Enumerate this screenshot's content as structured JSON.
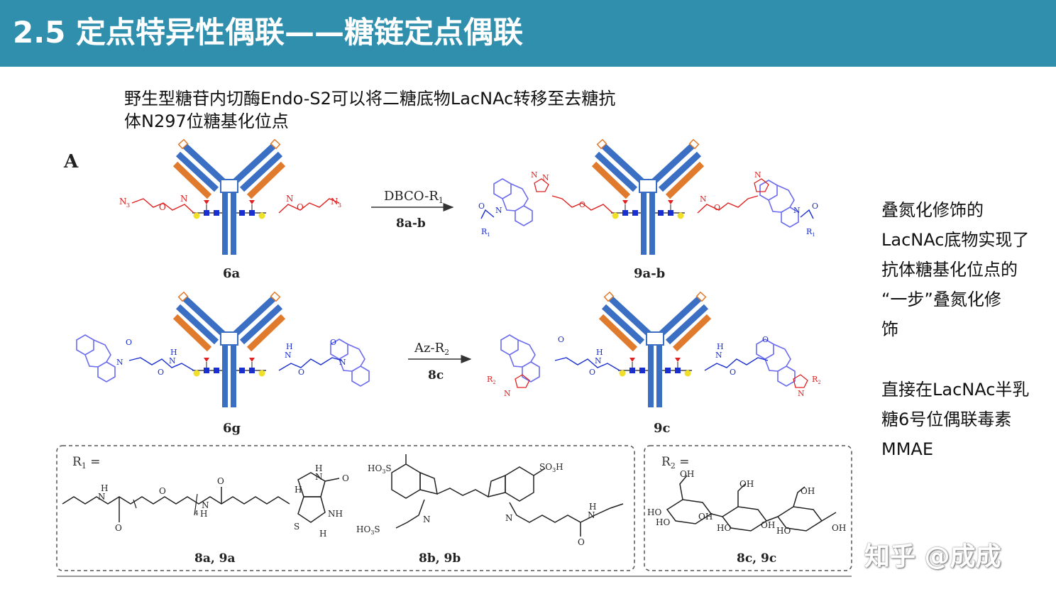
{
  "header": {
    "title": "2.5 定点特异性偶联——糖链定点偶联",
    "color": "#2f8fad"
  },
  "intro": {
    "lines": [
      "野生型糖苷内切酶Endo-S2可以将二糖底物LacNAc转移至去糖抗",
      "体N297位糖基化位点"
    ]
  },
  "side_notes": {
    "block1": [
      "叠氮化修饰的",
      "LacNAc底物实现了",
      "抗体糖基化位点的",
      "“一步”叠氮化修",
      "饰"
    ],
    "block2": [
      "直接在LacNAc半乳",
      "糖6号位偶联毒素",
      "MMAE"
    ]
  },
  "figure": {
    "panel_label": "A",
    "reaction1": {
      "reagent": "DBCO-R",
      "reagent_sub": "1",
      "conditions": "8a-b",
      "start": "6a",
      "product": "9a-b"
    },
    "reaction2": {
      "reagent": "Az-R",
      "reagent_sub": "2",
      "conditions": "8c",
      "start": "6g",
      "product": "9c"
    },
    "atoms": {
      "n3": "N",
      "n3_sub": "3",
      "o": "O",
      "n": "N",
      "r1": "R",
      "r1_sub": "1",
      "r2": "R",
      "r2_sub": "2",
      "nh": "NH",
      "h": "H",
      "s": "S",
      "oh": "OH",
      "ho": "HO",
      "n4": "4"
    },
    "box1": {
      "label": "R",
      "label_sub": "1",
      "label_eq": " =",
      "so3h": "SO",
      "so3h_sub": "3",
      "so3h_h": "H",
      "ho3s": "HO",
      "ho3s_sub": "3",
      "ho3s_s": "S",
      "captions": [
        "8a, 9a",
        "8b, 9b"
      ]
    },
    "box2": {
      "label": "R",
      "label_sub": "2",
      "label_eq": " =",
      "caption": "8c, 9c"
    },
    "colors": {
      "heavy": "#3b6fc4",
      "light": "#e07b2e",
      "linker_red": "#e02020",
      "ring_blue": "#6b6bf0",
      "glycan_blue": "#1a2fd0",
      "glycan_yellow": "#f0e02a"
    }
  },
  "watermark": {
    "text": "知乎 @成成"
  }
}
